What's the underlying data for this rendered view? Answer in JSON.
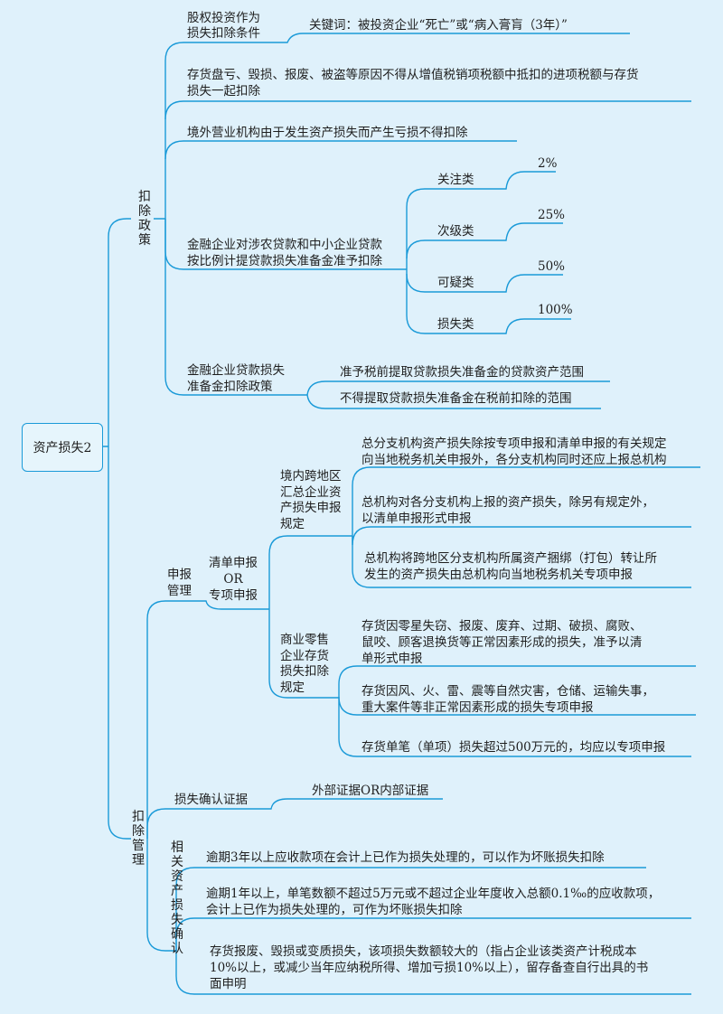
{
  "root": "资产损失2",
  "deduction_policy": {
    "label": "扣除政策",
    "equity": {
      "label_1": "股权投资作为",
      "label_2": "损失扣除条件",
      "keyword": "关键词：被投资企业“死亡”或“病入膏肓（3年）”"
    },
    "inventory_loss": {
      "line_1": "存货盘亏、毁损、报废、被盗等原因不得从增值税销项税额中抵扣的进项税额与存货",
      "line_2": "损失一起扣除"
    },
    "overseas": "境外营业机构由于发生资产损失而产生亏损不得扣除",
    "agri_loans": {
      "line_1": "金融企业对涉农贷款和中小企业贷款",
      "line_2": "按比例计提贷款损失准备金准予扣除",
      "categories": [
        {
          "name": "关注类",
          "rate": "2%"
        },
        {
          "name": "次级类",
          "rate": "25%"
        },
        {
          "name": "可疑类",
          "rate": "50%"
        },
        {
          "name": "损失类",
          "rate": "100%"
        }
      ]
    },
    "reserve_policy": {
      "line_1": "金融企业贷款损失",
      "line_2": "准备金扣除政策",
      "items": [
        "准予税前提取贷款损失准备金的贷款资产范围",
        "不得提取贷款损失准备金在税前扣除的范围"
      ]
    }
  },
  "deduction_management": {
    "label": "扣除管理",
    "filing": {
      "label_1": "申报",
      "label_2": "管理",
      "mode_1": "清单申报",
      "mode_or": "OR",
      "mode_2": "专项申报",
      "cross_region": {
        "label": "境内跨地区汇总企业资产损失申报规定",
        "items": [
          [
            "总分支机构资产损失除按专项申报和清单申报的有关规定",
            "向当地税务机关申报外，各分支机构同时还应上报总机构"
          ],
          [
            "总机构对各分支机构上报的资产损失，除另有规定外，",
            "以清单申报形式申报"
          ],
          [
            "总机构将跨地区分支机构所属资产捆绑（打包）转让所",
            "发生的资产损失由总机构向当地税务机关专项申报"
          ]
        ]
      },
      "retail": {
        "label": "商业零售企业存货损失扣除规定",
        "items": [
          [
            "存货因零星失窃、报废、废弃、过期、破损、腐败、",
            "鼠咬、顾客退换货等正常因素形成的损失，准予以清",
            "单形式申报"
          ],
          [
            "存货因风、火、雷、震等自然灾害，仓储、运输失事，",
            "重大案件等非正常因素形成的损失专项申报"
          ],
          [
            "存货单笔（单项）损失超过500万元的，均应以专项申报"
          ]
        ]
      }
    },
    "evidence": {
      "label": "损失确认证据",
      "value": "外部证据OR内部证据"
    },
    "related": {
      "label": "相关资产损失确认",
      "items": [
        [
          "逾期3年以上应收款项在会计上已作为损失处理的，可以作为坏账损失扣除"
        ],
        [
          "逾期1年以上，单笔数额不超过5万元或不超过企业年度收入总额0.1‰的应收款项，",
          "会计上已作为损失处理的，可作为坏账损失扣除"
        ],
        [
          "存货报废、毁损或变质损失，该项损失数额较大的（指占企业该类资产计税成本",
          "10%以上，或减少当年应纳税所得、增加亏损10%以上），留存备查自行出具的书",
          "面申明"
        ]
      ]
    }
  },
  "colors": {
    "line": "#1a9ad8",
    "background": "#dff1fb"
  }
}
